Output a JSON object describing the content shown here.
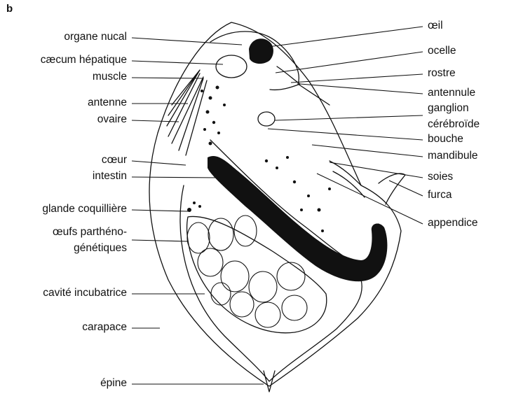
{
  "panel_letter": "b",
  "labels_left": {
    "organe_nucal": "organe nucal",
    "caecum_hepatique": "cæcum hépatique",
    "muscle": "muscle",
    "antenne": "antenne",
    "ovaire": "ovaire",
    "coeur": "cœur",
    "intestin": "intestin",
    "glande_coquilliere": "glande coquillière",
    "oeufs_line1": "œufs parthéno-",
    "oeufs_line2": "génétiques",
    "cavite_incubatrice": "cavité incubatrice",
    "carapace": "carapace",
    "epine": "épine"
  },
  "labels_right": {
    "oeil": "œil",
    "ocelle": "ocelle",
    "rostre": "rostre",
    "antennule": "antennule",
    "ganglion_line1": "ganglion",
    "ganglion_line2": "cérébroïde",
    "bouche": "bouche",
    "mandibule": "mandibule",
    "soies": "soies",
    "furca": "furca",
    "appendice": "appendice"
  },
  "colors": {
    "ink": "#111111",
    "paper": "#ffffff"
  }
}
